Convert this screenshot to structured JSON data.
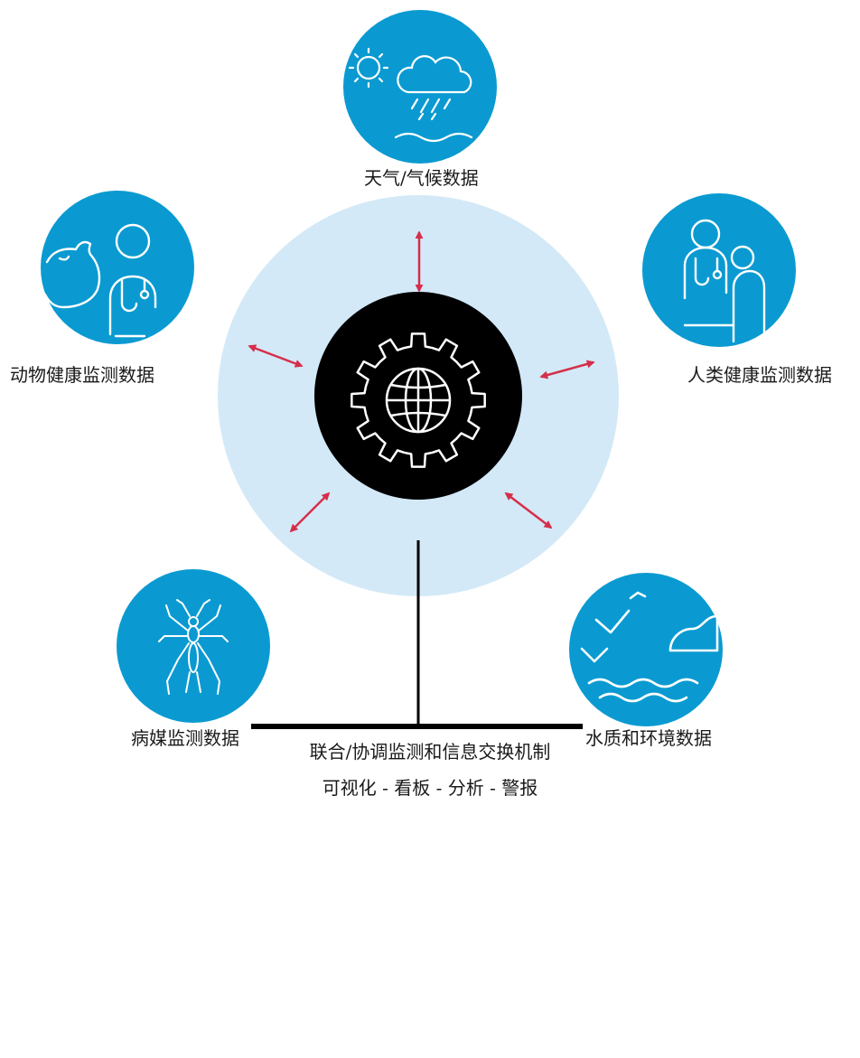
{
  "nodes": {
    "weather": {
      "label": "天气/气候数据",
      "icon": "sun-cloud-rain-icon"
    },
    "animal": {
      "label": "动物健康监测数据",
      "icon": "animal-doctor-icon"
    },
    "human": {
      "label": "人类健康监测数据",
      "icon": "doctor-patient-icon"
    },
    "vector": {
      "label": "病媒监测数据",
      "icon": "mosquito-icon"
    },
    "water": {
      "label": "水质和环境数据",
      "icon": "water-birds-icon"
    }
  },
  "center": {
    "icon": "gear-globe-icon"
  },
  "footer": {
    "line1": "联合/协调监测和信息交换机制",
    "line2": "可视化 - 看板 - 分析 - 警报"
  },
  "colors": {
    "node_blue": "#0a9ad1",
    "halo": "#d3e9f7",
    "hub": "#000000",
    "arrow": "#d62e4a",
    "line": "#000000"
  }
}
